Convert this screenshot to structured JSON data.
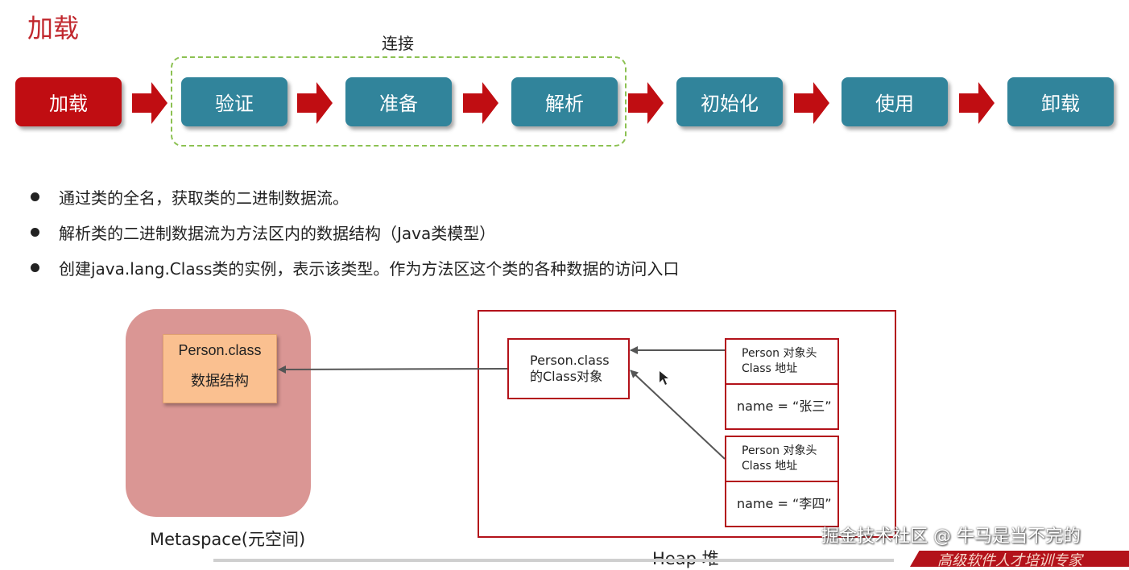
{
  "title": "加载",
  "link_group_label": "连接",
  "steps": [
    {
      "label": "加载",
      "color": "#c00d12"
    },
    {
      "label": "验证",
      "color": "#31849b"
    },
    {
      "label": "准备",
      "color": "#31849b"
    },
    {
      "label": "解析",
      "color": "#31849b"
    },
    {
      "label": "初始化",
      "color": "#31849b"
    },
    {
      "label": "使用",
      "color": "#31849b"
    },
    {
      "label": "卸载",
      "color": "#31849b"
    }
  ],
  "bullets": [
    "通过类的全名，获取类的二进制数据流。",
    "解析类的二进制数据流为方法区内的数据结构（Java类模型）",
    "创建java.lang.Class类的实例，表示该类型。作为方法区这个类的各种数据的访问入口"
  ],
  "metaspace": {
    "inner_line1": "Person.class",
    "inner_line2": "数据结构",
    "label": "Metaspace(元空间)"
  },
  "heap": {
    "label": "Heap 堆",
    "class_object_line1": "Person.class",
    "class_object_line2": "的Class对象",
    "objects": [
      {
        "header_line1": "Person 对象头",
        "header_line2": "Class 地址",
        "field": "name = “张三”"
      },
      {
        "header_line1": "Person 对象头",
        "header_line2": "Class 地址",
        "field": "name = “李四”"
      }
    ]
  },
  "watermark": "掘金技术社区 @ 牛马是当不完的",
  "banner_text": "高级软件人才培训专家"
}
